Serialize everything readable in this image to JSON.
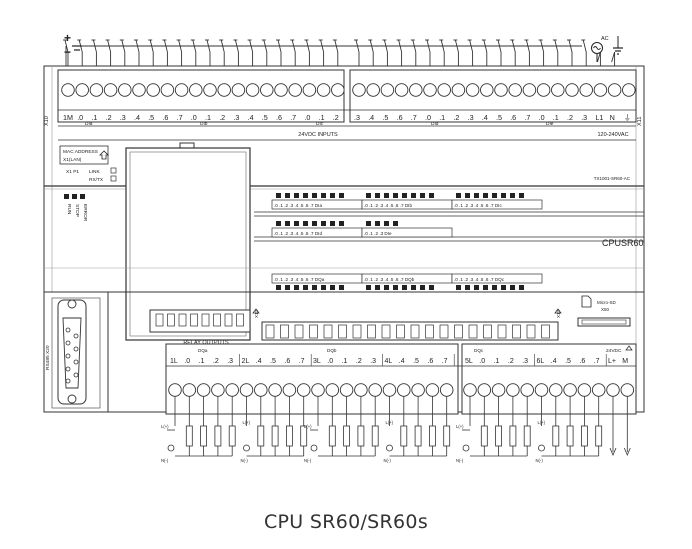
{
  "caption": "CPU SR60/SR60s",
  "top_terminal": {
    "left_labels": [
      "1M",
      ".0",
      ".1",
      ".2",
      ".3",
      ".4",
      ".5",
      ".6",
      ".7",
      ".0",
      ".1",
      ".2",
      ".3",
      ".4",
      ".5",
      ".6",
      ".7",
      ".0",
      ".1",
      ".2"
    ],
    "right_labels": [
      ".3",
      ".4",
      ".5",
      ".6",
      ".7",
      ".0",
      ".1",
      ".2",
      ".3",
      ".4",
      ".5",
      ".6",
      ".7",
      ".0",
      ".1",
      ".2",
      ".3"
    ],
    "power_labels": [
      "L1",
      "N",
      "⏚"
    ],
    "group_labels": [
      "DIa",
      "DIb",
      "DIc",
      "DId",
      "DIe"
    ],
    "inputs_label": "24VDC INPUTS",
    "power_label": "120-240VAC",
    "x10": "X10",
    "x11": "X11",
    "ac": "AC",
    "plus": "+",
    "minus": "−"
  },
  "mac_label": [
    "MAC ADDRESS",
    "X1(LAN)"
  ],
  "x1p1": "X1  P1",
  "link_label": "LINK",
  "rxtx_label": "RX/TX",
  "model_code": "TX1001-SR60-AC",
  "status_leds": [
    "RUN",
    "STOP",
    "ERROR"
  ],
  "model_name": "CPUSR60",
  "led_rows": {
    "top_groups": [
      ".0 .1 .2 .3 .4 .5 .6 .7  DIa",
      ".0 .1 .2 .3 .4 .5 .6 .7  DIb",
      ".0 .1 .2 .3 .4 .5 .6 .7  DIc"
    ],
    "mid_groups": [
      ".0 .1 .2 .3 .4 .5 .6 .7  DId",
      ".0 .1 .2 .3  DIe"
    ],
    "bottom_groups": [
      ".0 .1 .2 .3 .4 .5 .6 .7  DQa",
      ".0 .1 .2 .3 .4 .5 .6 .7  DQb",
      ".0 .1 .2 .3 .4 .5 .6 .7  DQc"
    ]
  },
  "x12": "X12",
  "x13": "X13",
  "microsd": [
    "Micro-SD",
    "X50"
  ],
  "rs485": "RS485 X20",
  "relay_outputs": "RELAY  OUTPUTS",
  "bottom_terminal": {
    "groups": [
      "DQa",
      "DQb",
      "DQc"
    ],
    "labels": [
      "1L",
      ".0",
      ".1",
      ".2",
      ".3",
      "2L",
      ".4",
      ".5",
      ".6",
      ".7",
      "3L",
      ".0",
      ".1",
      ".2",
      ".3",
      "4L",
      ".4",
      ".5",
      ".6",
      ".7",
      "5L",
      ".0",
      ".1",
      ".2",
      ".3",
      "6L",
      ".4",
      ".5",
      ".6",
      ".7",
      "L+",
      "M"
    ],
    "sensor_power": "24VDC",
    "sensor_power_label": "⏚"
  },
  "load_labels": {
    "l": "L(+)",
    "n": "N(-)"
  }
}
